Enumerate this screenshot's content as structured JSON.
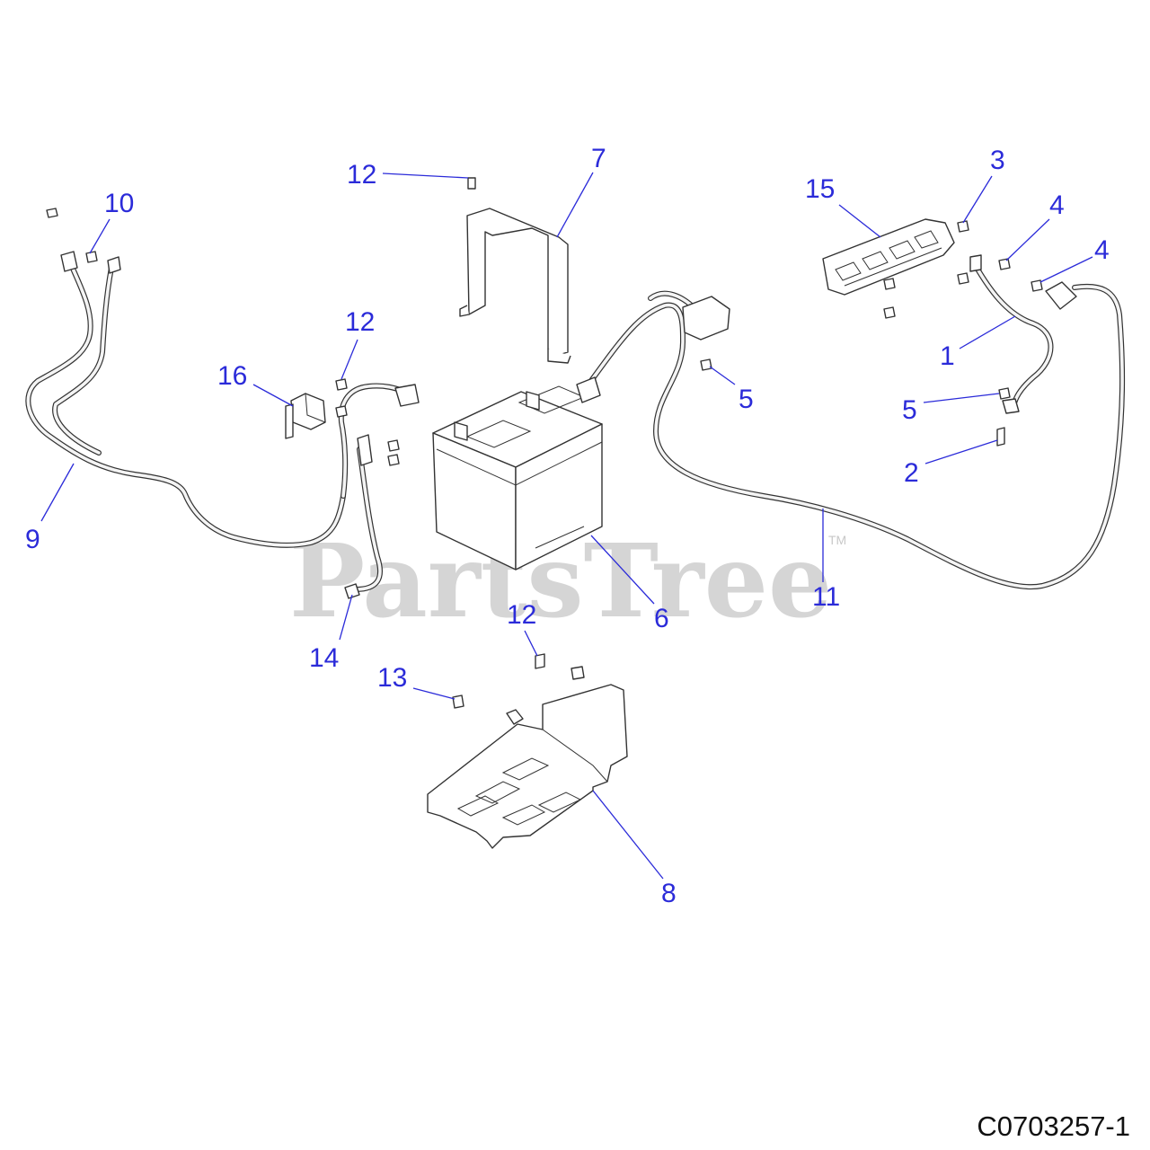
{
  "watermark": {
    "text": "PartsTree",
    "tm": "TM"
  },
  "diagram_code": "C0703257-1",
  "callouts": [
    {
      "id": "c1",
      "label": "1"
    },
    {
      "id": "c2",
      "label": "2"
    },
    {
      "id": "c3",
      "label": "3"
    },
    {
      "id": "c4a",
      "label": "4"
    },
    {
      "id": "c4b",
      "label": "4"
    },
    {
      "id": "c5a",
      "label": "5"
    },
    {
      "id": "c5b",
      "label": "5"
    },
    {
      "id": "c6",
      "label": "6"
    },
    {
      "id": "c7",
      "label": "7"
    },
    {
      "id": "c8",
      "label": "8"
    },
    {
      "id": "c9",
      "label": "9"
    },
    {
      "id": "c10",
      "label": "10"
    },
    {
      "id": "c11",
      "label": "11"
    },
    {
      "id": "c12a",
      "label": "12"
    },
    {
      "id": "c12b",
      "label": "12"
    },
    {
      "id": "c12c",
      "label": "12"
    },
    {
      "id": "c13",
      "label": "13"
    },
    {
      "id": "c14",
      "label": "14"
    },
    {
      "id": "c15",
      "label": "15"
    },
    {
      "id": "c16",
      "label": "16"
    }
  ]
}
